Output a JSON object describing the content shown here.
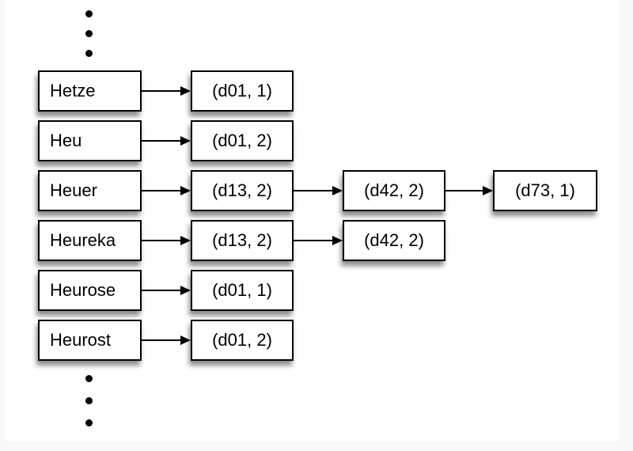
{
  "colors": {
    "page_margin": "#f8f8f8",
    "canvas_background": "#ffffff",
    "box_fill": "#ffffff",
    "box_border": "#000000"
  },
  "diagram": {
    "type": "inverted-index-posting-lists",
    "ellipsis": {
      "top": "more terms above (vertical dots)",
      "bottom": "more terms below (vertical dots)"
    },
    "rows": [
      {
        "term": "Hetze",
        "postings": [
          "(d01, 1)"
        ]
      },
      {
        "term": "Heu",
        "postings": [
          "(d01, 2)"
        ]
      },
      {
        "term": "Heuer",
        "postings": [
          "(d13, 2)",
          "(d42, 2)",
          "(d73, 1)"
        ]
      },
      {
        "term": "Heureka",
        "postings": [
          "(d13, 2)",
          "(d42, 2)"
        ]
      },
      {
        "term": "Heurose",
        "postings": [
          "(d01, 1)"
        ]
      },
      {
        "term": "Heurost",
        "postings": [
          "(d01, 2)"
        ]
      }
    ]
  }
}
